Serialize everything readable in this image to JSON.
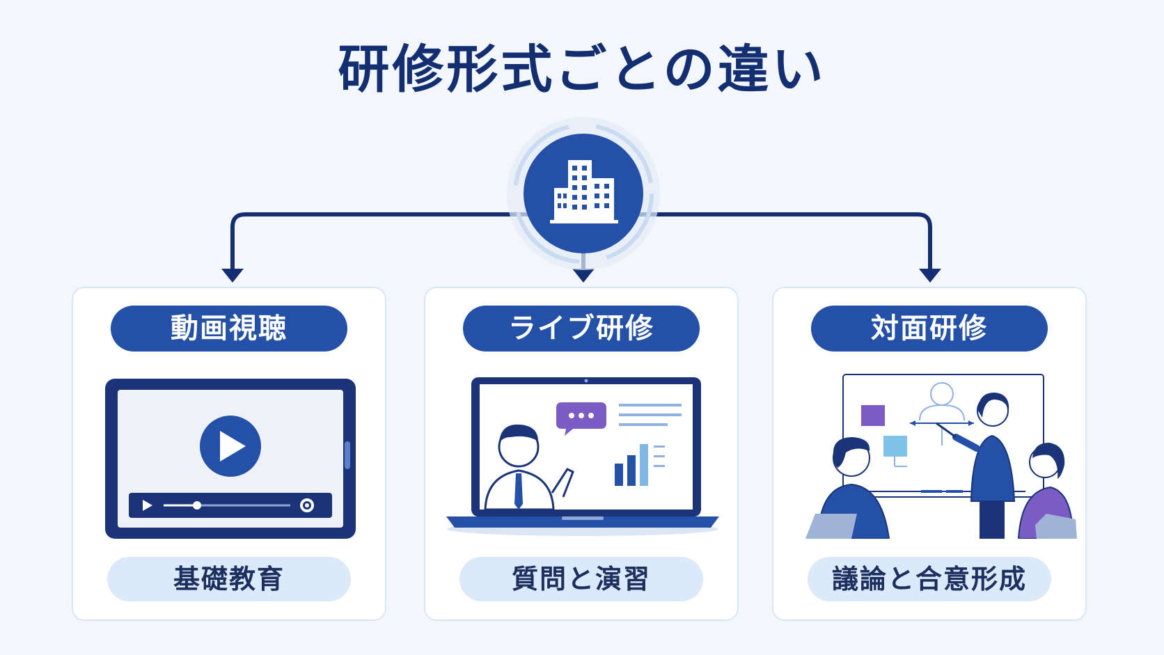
{
  "title": "研修形式ごとの違い",
  "hub": {
    "icon": "office-building-icon"
  },
  "cards": [
    {
      "label": "動画視聴",
      "footer": "基礎教育",
      "illustration": "video-player-tablet-icon"
    },
    {
      "label": "ライブ研修",
      "footer": "質問と演習",
      "illustration": "laptop-live-presenter-icon"
    },
    {
      "label": "対面研修",
      "footer": "議論と合意形成",
      "illustration": "whiteboard-meeting-icon"
    }
  ],
  "colors": {
    "navy": "#132f72",
    "blue": "#2450a8",
    "pale_blue": "#dbe9f8",
    "purple": "#7b5cc4",
    "background": "#f3f6fb"
  }
}
